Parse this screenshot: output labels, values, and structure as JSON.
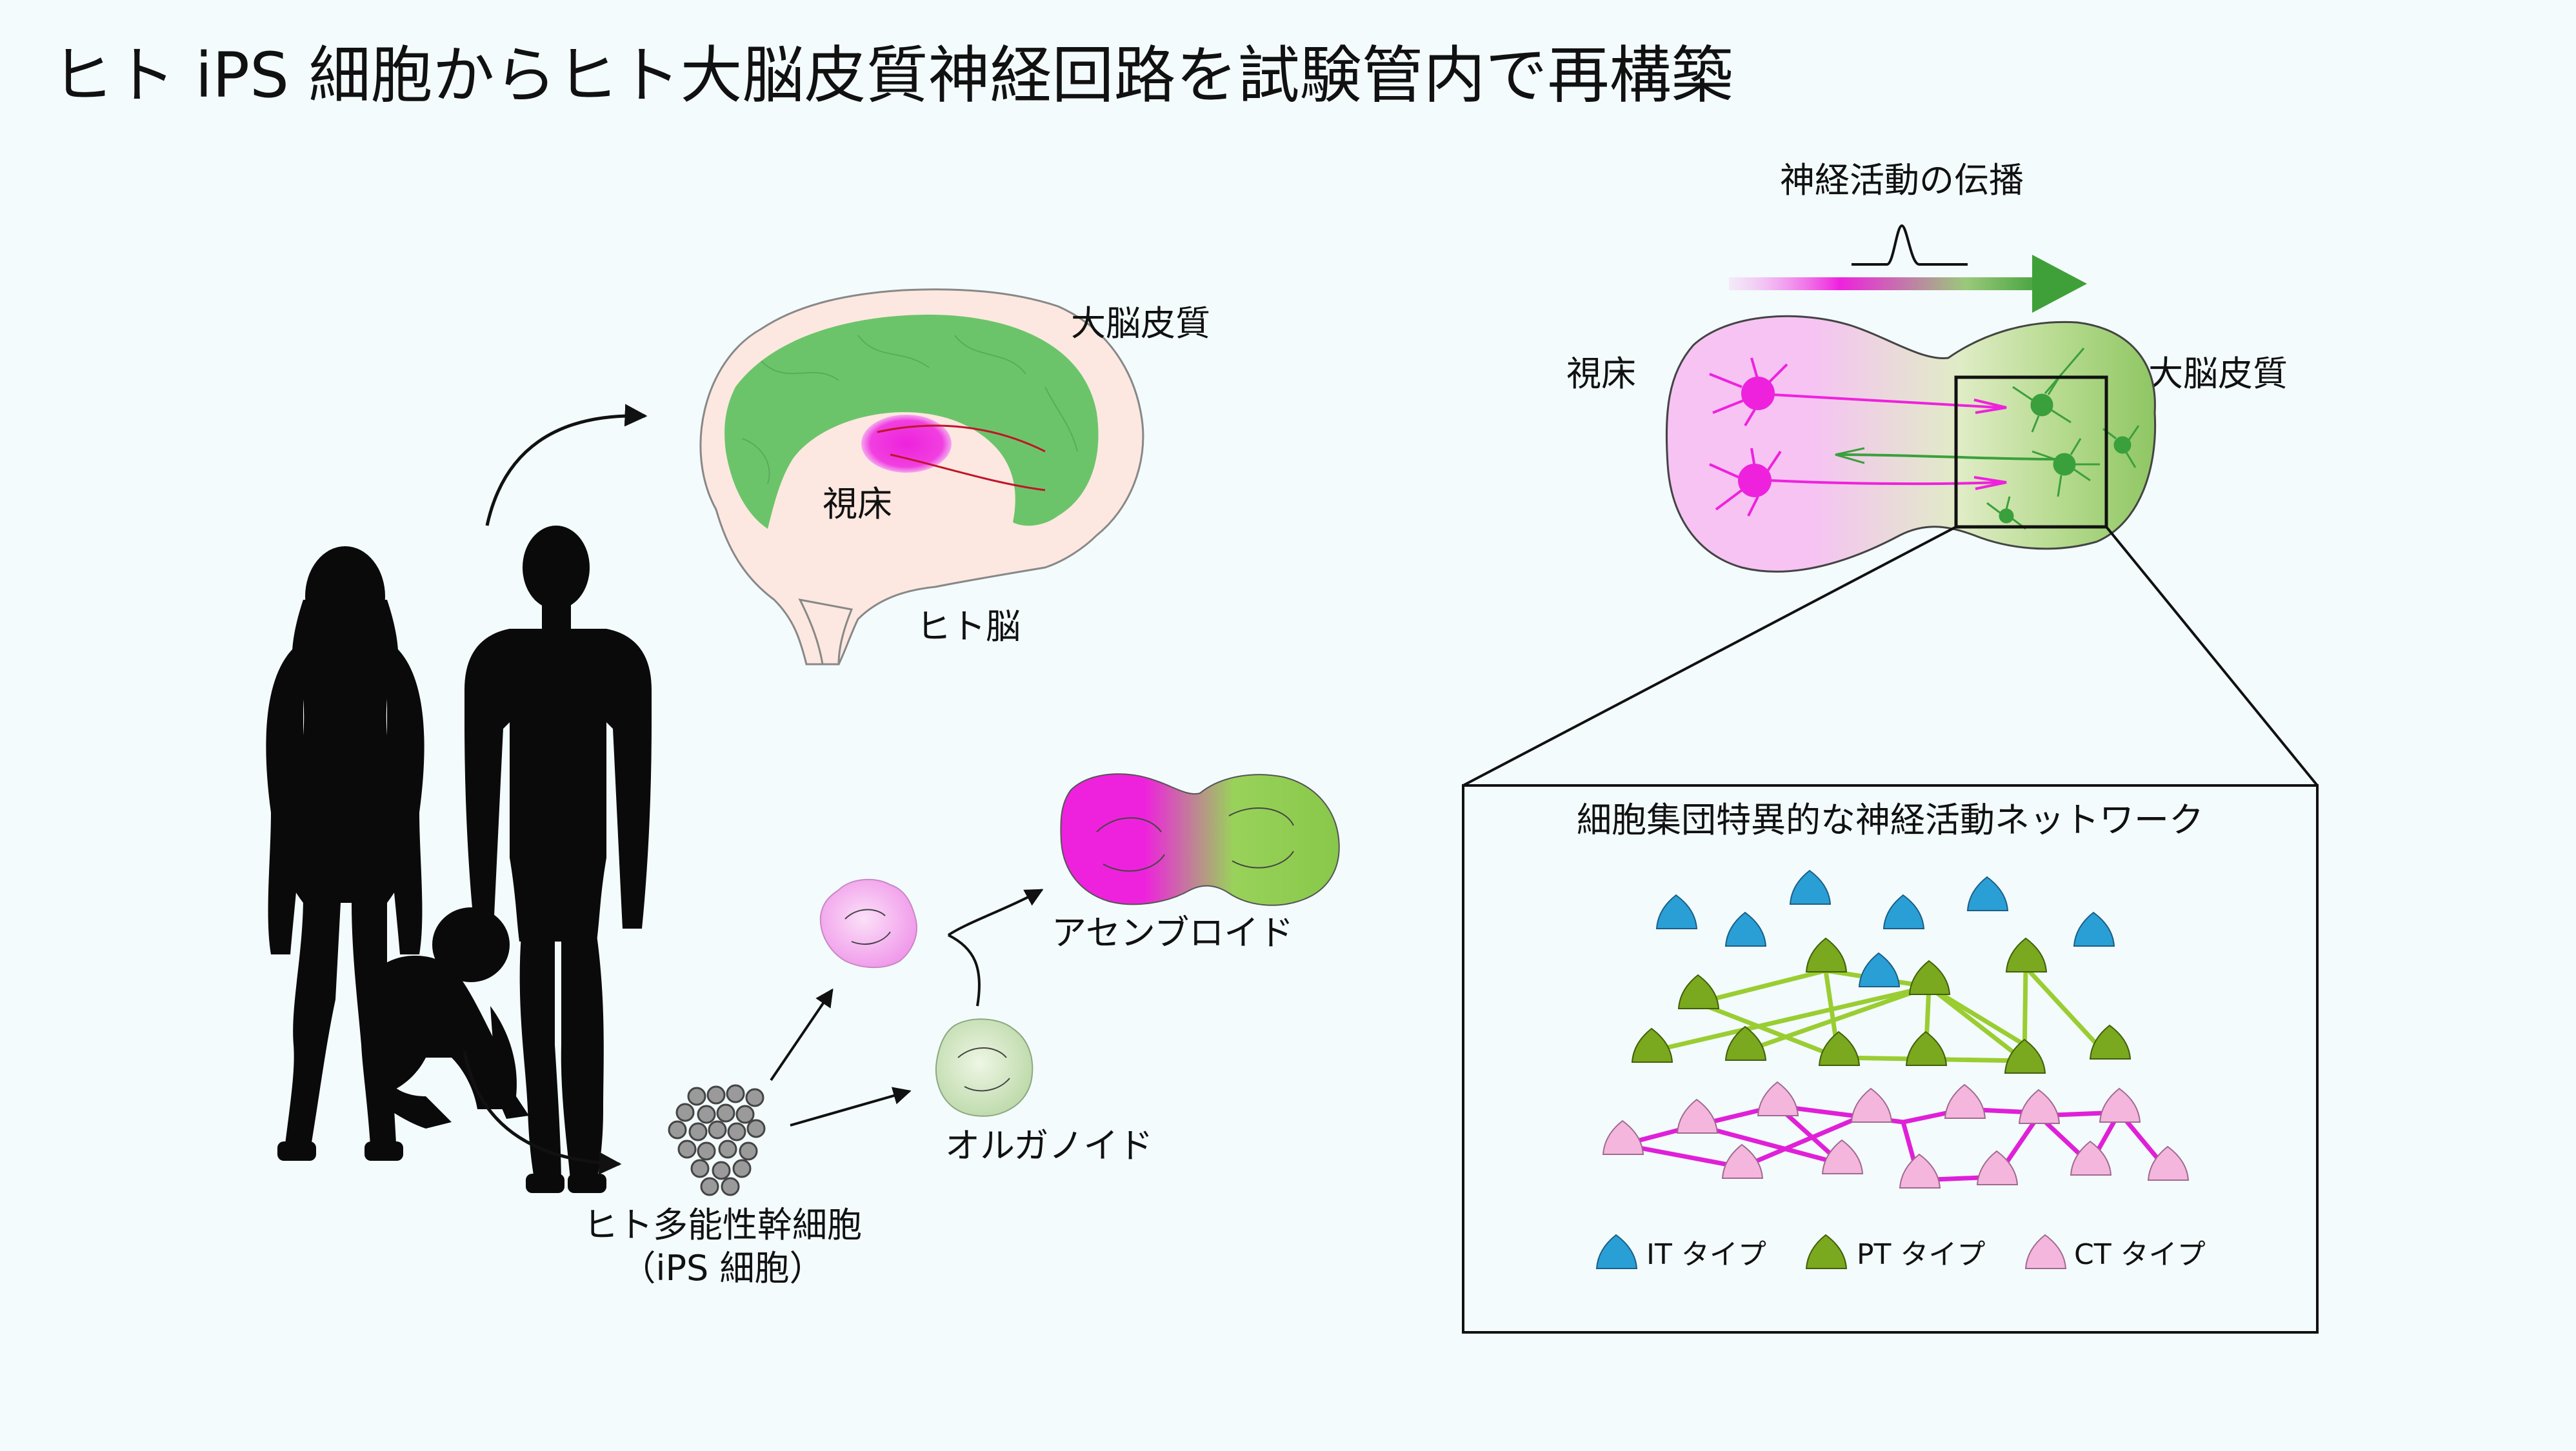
{
  "title": "ヒト iPS 細胞からヒト大脳皮質神経回路を試験管内で再構築",
  "brain": {
    "cortex_label": "大脳皮質",
    "thalamus_label": "視床",
    "brain_label": "ヒト脳"
  },
  "ips": {
    "label_line1": "ヒト多能性幹細胞",
    "label_line2": "（iPS 細胞）"
  },
  "organoid_label": "オルガノイド",
  "assembloid_label": "アセンブロイド",
  "propagation": {
    "label": "神経活動の伝播",
    "thalamus_label": "視床",
    "cortex_label": "大脳皮質"
  },
  "network": {
    "title": "細胞集団特異的な神経活動ネットワーク",
    "legend": [
      {
        "label": "IT タイプ",
        "color": "#2a9fd6"
      },
      {
        "label": "PT タイプ",
        "color": "#7aa81e"
      },
      {
        "label": "CT タイプ",
        "color": "#f4b6dd"
      }
    ]
  },
  "colors": {
    "magenta": "#ee22dd",
    "green": "#6fc15a",
    "cortex_green": "#6cc46a",
    "it_blue": "#2a9fd6",
    "pt_green": "#7aa81e",
    "ct_pink": "#f4b6dd",
    "link_green": "#9acd32",
    "link_magenta": "#e020d8"
  }
}
